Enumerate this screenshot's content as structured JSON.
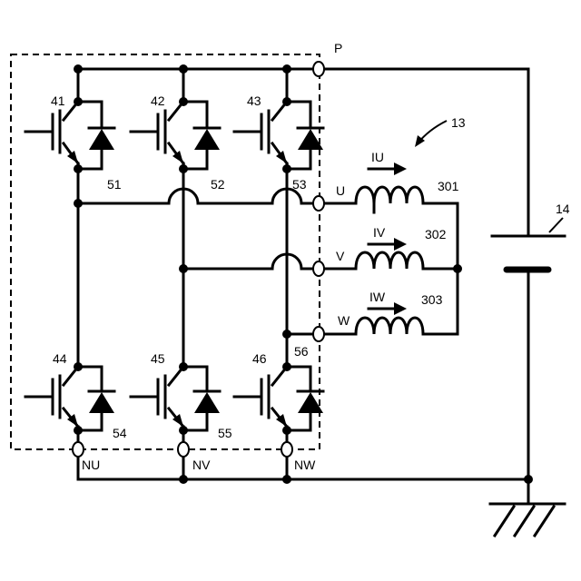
{
  "labels": {
    "p": "P",
    "u": "U",
    "v": "V",
    "w": "W",
    "nu": "NU",
    "nv": "NV",
    "nw": "NW",
    "inverter_ref": "13",
    "battery_ref": "14",
    "sw41": "41",
    "sw42": "42",
    "sw43": "43",
    "sw44": "44",
    "sw45": "45",
    "sw46": "46",
    "d51": "51",
    "d52": "52",
    "d53": "53",
    "d54": "54",
    "d55": "55",
    "d56": "56",
    "coil_u": "301",
    "coil_v": "302",
    "coil_w": "303",
    "iu": "IU",
    "iv": "IV",
    "iw": "IW"
  }
}
